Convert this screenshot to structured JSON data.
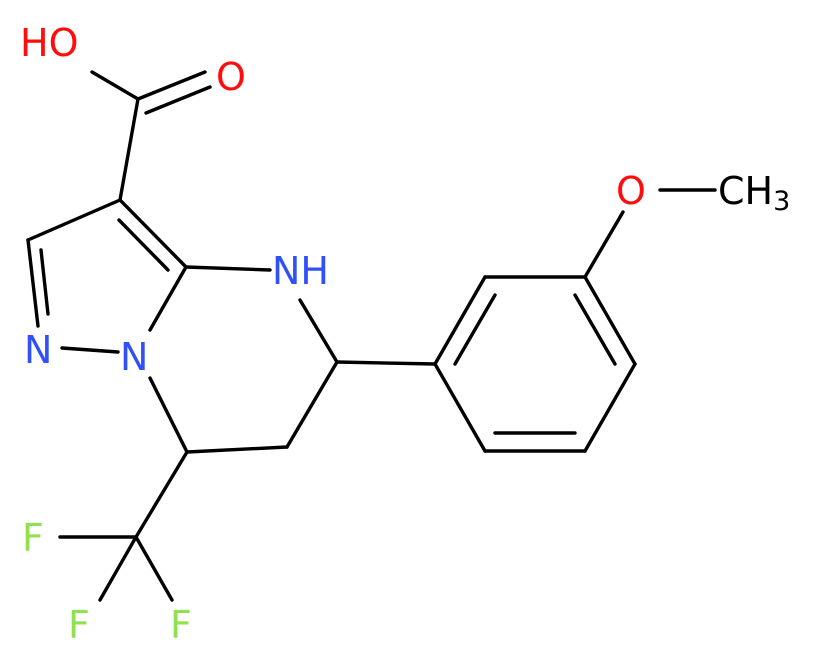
{
  "molecule": {
    "atom_labels": {
      "hydroxyl": "HO",
      "carbonyl_oxygen": "O",
      "amine": "NH",
      "pyrazole_n": "N",
      "bridgehead_n": "N",
      "ether_oxygen": "O",
      "methyl": "CH",
      "methyl_subscript": "3",
      "fluorine_left": "F",
      "fluorine_bottom_left": "F",
      "fluorine_bottom_right": "F"
    },
    "colors": {
      "bond": "#000000",
      "oxygen": "#ff0d0d",
      "nitrogen": "#3050f8",
      "fluorine": "#90e050",
      "carbon": "#000000"
    }
  }
}
